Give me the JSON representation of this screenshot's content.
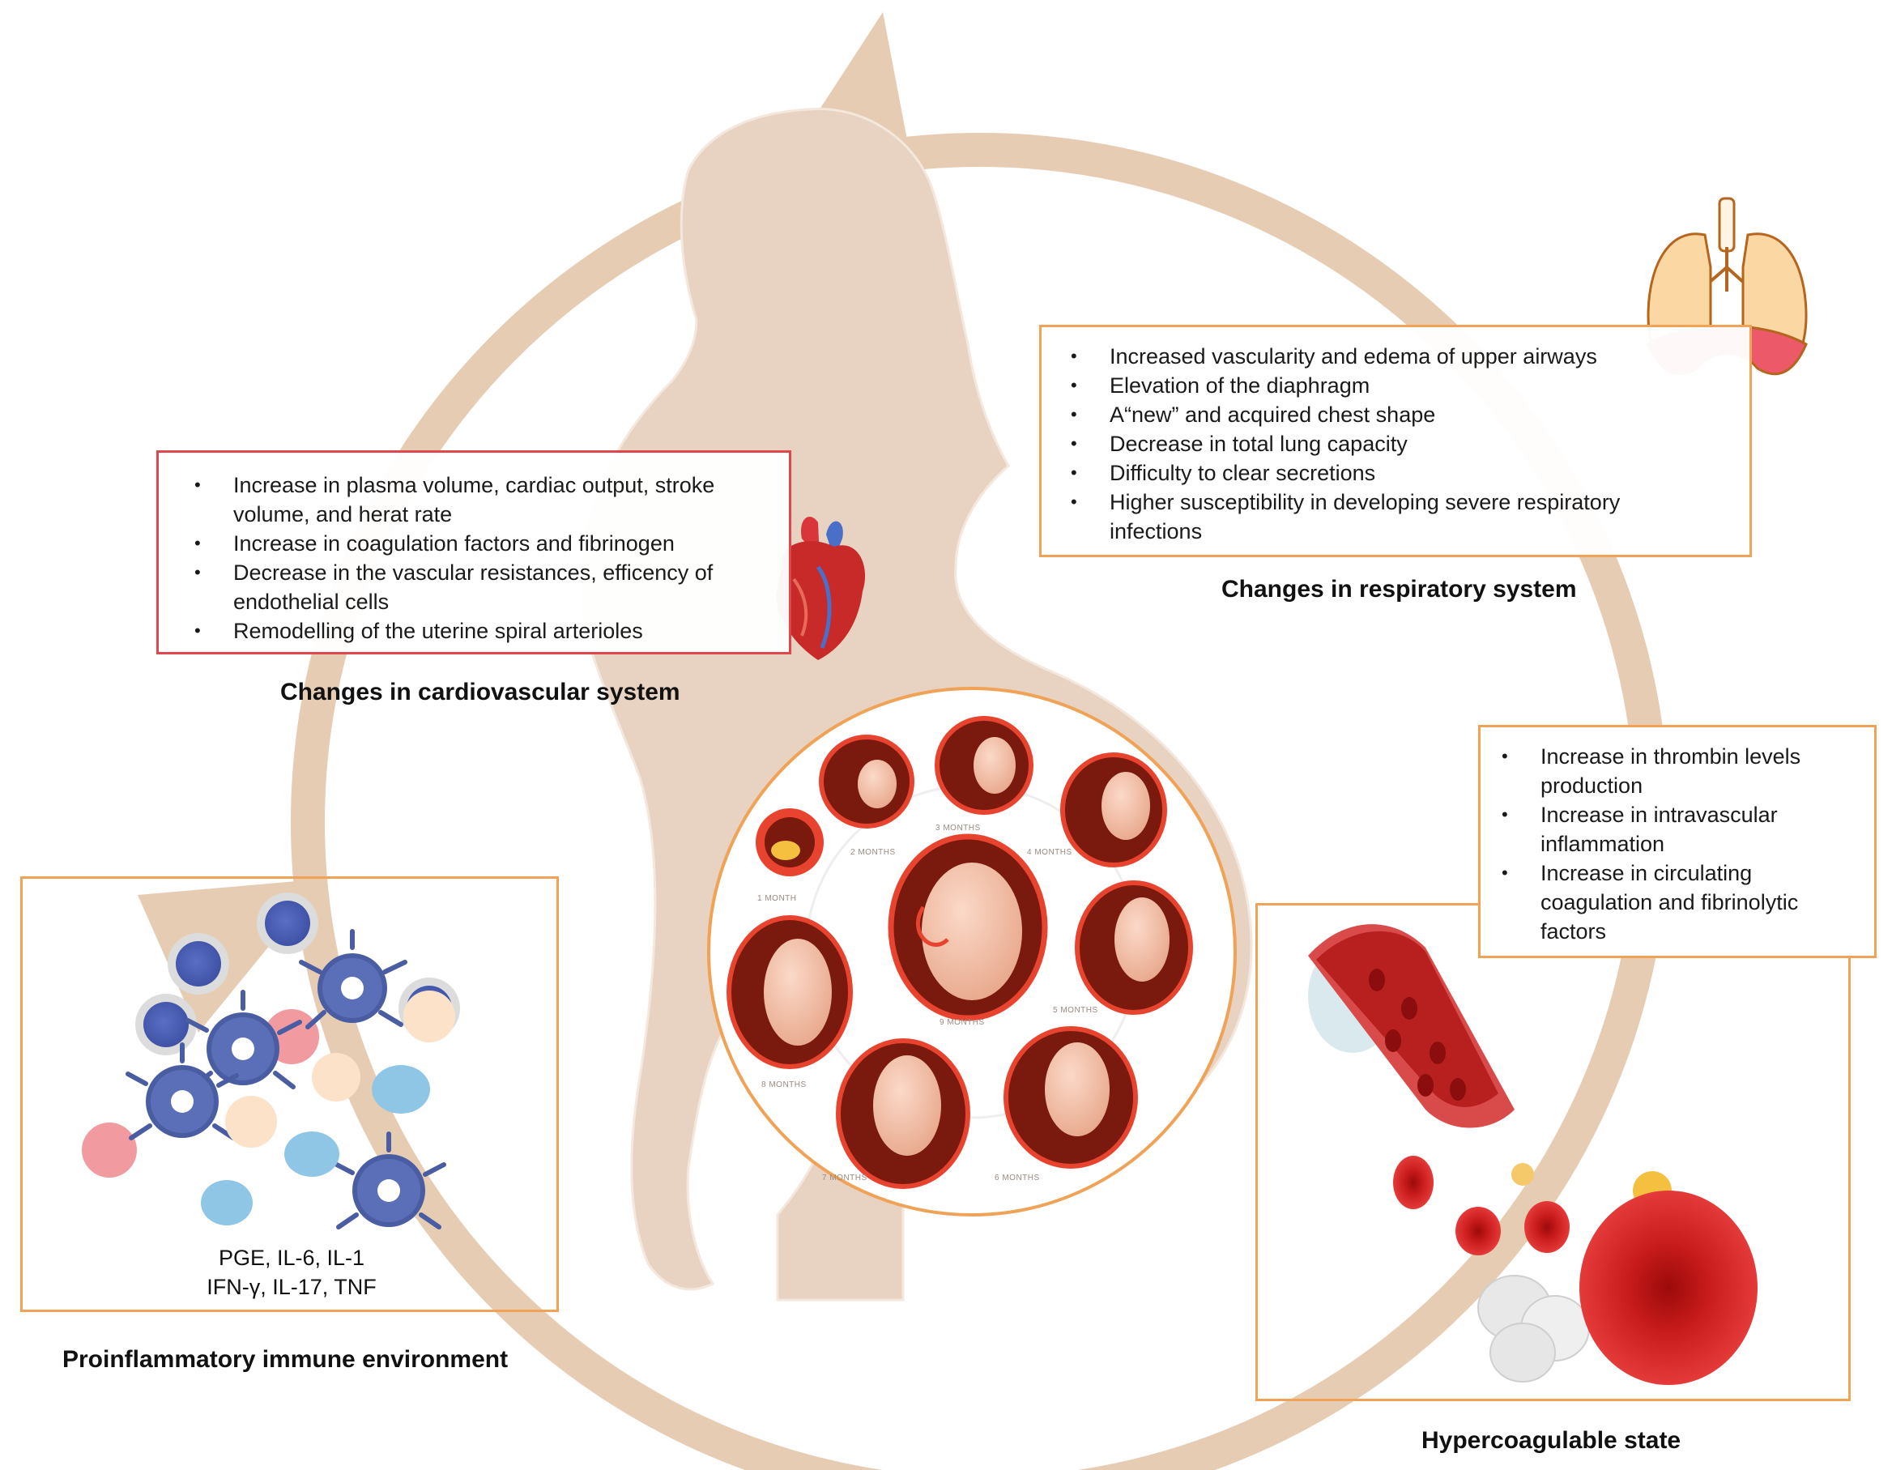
{
  "cardiovascular": {
    "items": [
      "Increase in plasma volume, cardiac output, stroke volume, and herat rate",
      "Increase in coagulation factors and fibrinogen",
      "Decrease in the vascular resistances, efficency of endothelial cells",
      "Remodelling of the uterine spiral arterioles"
    ],
    "caption": "Changes in cardiovascular system"
  },
  "respiratory": {
    "items": [
      "Increased vascularity and edema of upper airways",
      "Elevation of the diaphragm",
      "A“new” and acquired chest shape",
      "Decrease in total lung capacity",
      "Difficulty to clear secretions",
      "Higher susceptibility in developing severe respiratory infections"
    ],
    "caption": "Changes in respiratory system"
  },
  "hypercoagulable": {
    "items": [
      "Increase in thrombin levels production",
      "Increase in intravascular inflammation",
      "Increase in circulating coagulation and fibrinolytic factors"
    ],
    "caption": "Hypercoagulable state"
  },
  "immune": {
    "cytokines_line1": "PGE, IL-6, IL-1",
    "cytokines_line2": "IFN-γ, IL-17, TNF",
    "caption": "Proinflammatory immune environment"
  },
  "fetal_stages": {
    "labels": [
      "1 MONTH",
      "2 MONTHS",
      "3 MONTHS",
      "4 MONTHS",
      "5 MONTHS",
      "6 MONTHS",
      "7 MONTHS",
      "8 MONTHS",
      "9 MONTHS"
    ]
  },
  "icons": {
    "heart": "heart-icon",
    "lungs": "lungs-icon",
    "blood_vessel": "blood-vessel-icon",
    "immune_cells": "immune-cells-icon",
    "silhouette": "pregnant-woman-silhouette"
  },
  "colors": {
    "cycle_arrow": "#e6ccb2",
    "silhouette": "#e8d2c2",
    "cardio_border": "#e0474c",
    "orange_border": "#f0a257",
    "blood_red": "#c41e1e"
  }
}
